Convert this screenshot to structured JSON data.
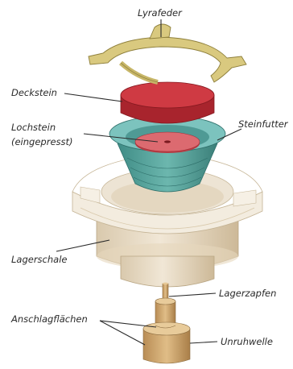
{
  "labels": {
    "lyrafeder": "Lyrafeder",
    "deckstein": "Deckstein",
    "lochstein_line1": "Lochstein",
    "lochstein_line2": "(eingepresst)",
    "steinfutter": "Steinfutter",
    "lagerschale": "Lagerschale",
    "lagerzapfen": "Lagerzapfen",
    "anschlagflaechen": "Anschlagflächen",
    "unruhwelle": "Unruhwelle"
  },
  "colors": {
    "spring": "#d8c77e",
    "cap_jewel": "#c9313a",
    "hole_jewel": "#d9626a",
    "jewel_setting": "#5aa8ad",
    "bearing_shell": "#e8dcc8",
    "shaft": "#c9a06a"
  }
}
